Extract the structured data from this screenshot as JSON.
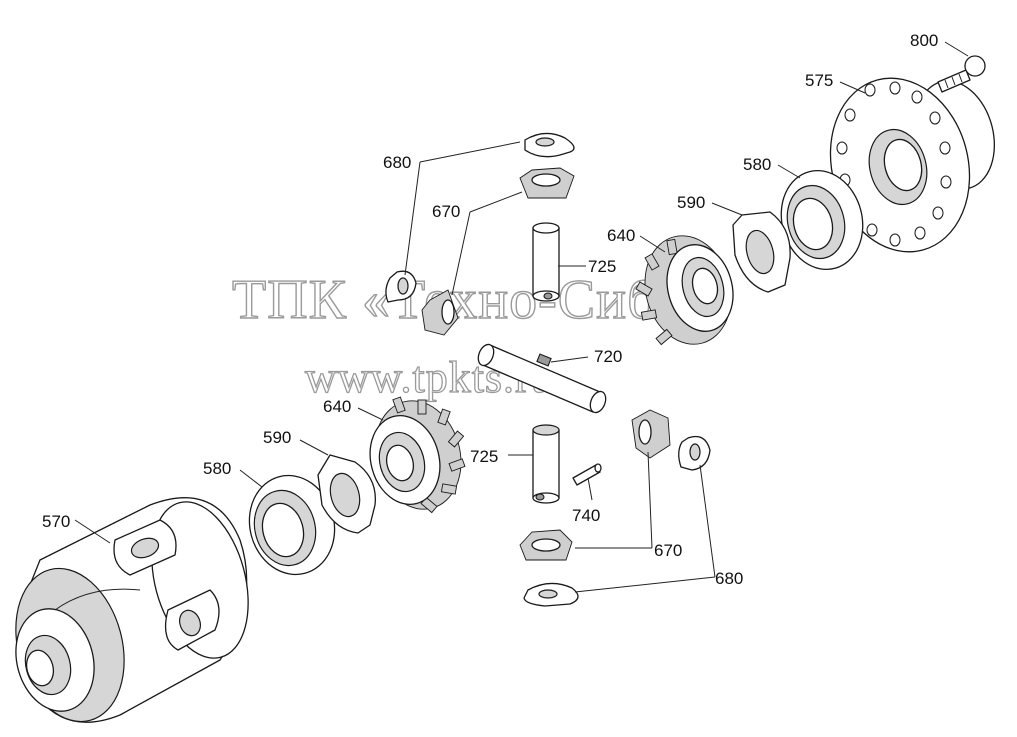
{
  "watermark": {
    "line1": "ТПК «Техно-Сиб»",
    "line2": "www.tpkts.ru"
  },
  "callouts": {
    "c800": "800",
    "c575": "575",
    "c580_top": "580",
    "c590_top": "590",
    "c640_top": "640",
    "c680_top": "680",
    "c670_top": "670",
    "c725_top": "725",
    "c720": "720",
    "c640_bot": "640",
    "c590_bot": "590",
    "c580_bot": "580",
    "c570": "570",
    "c725_bot": "725",
    "c740": "740",
    "c670_bot": "670",
    "c680_bot": "680"
  },
  "colors": {
    "line": "#1a1a1a",
    "shade": "#d6d6d6",
    "watermark_stroke": "#9a9a9a"
  }
}
